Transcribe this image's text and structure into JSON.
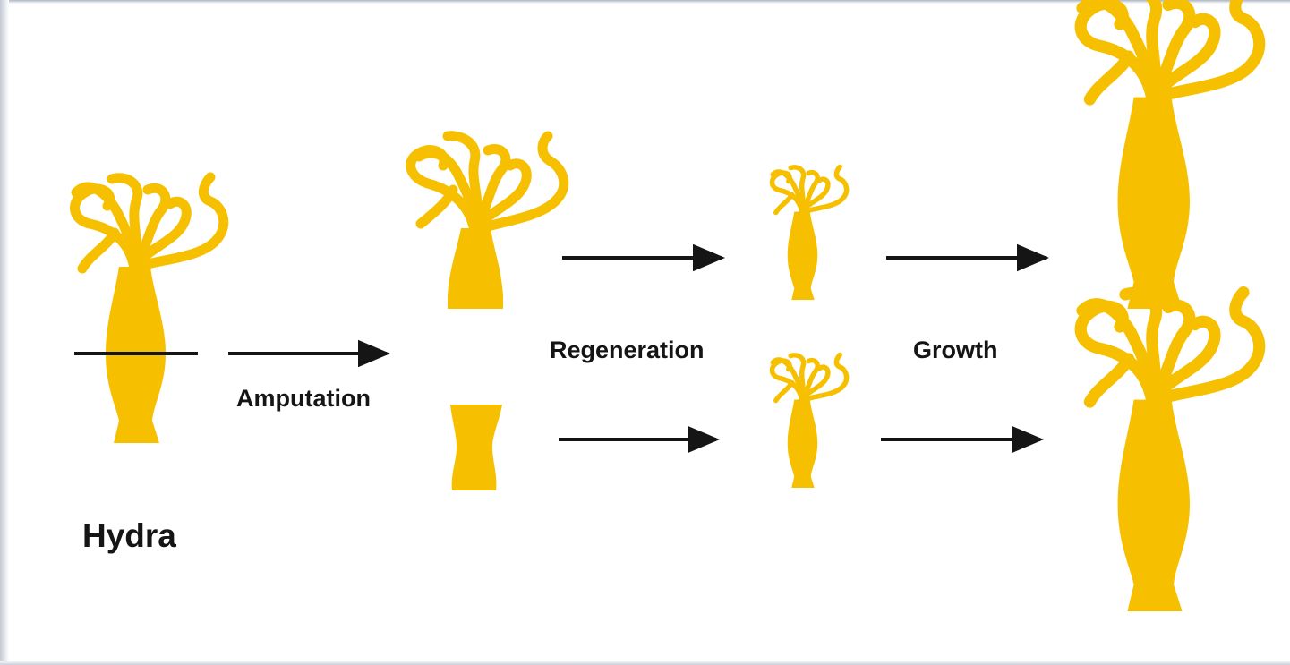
{
  "labels": {
    "organism": "Hydra",
    "step1": "Amputation",
    "step2": "Regeneration",
    "step3": "Growth"
  },
  "colors": {
    "body": "#f6c000",
    "arrow": "#151515",
    "background": "#ffffff"
  }
}
